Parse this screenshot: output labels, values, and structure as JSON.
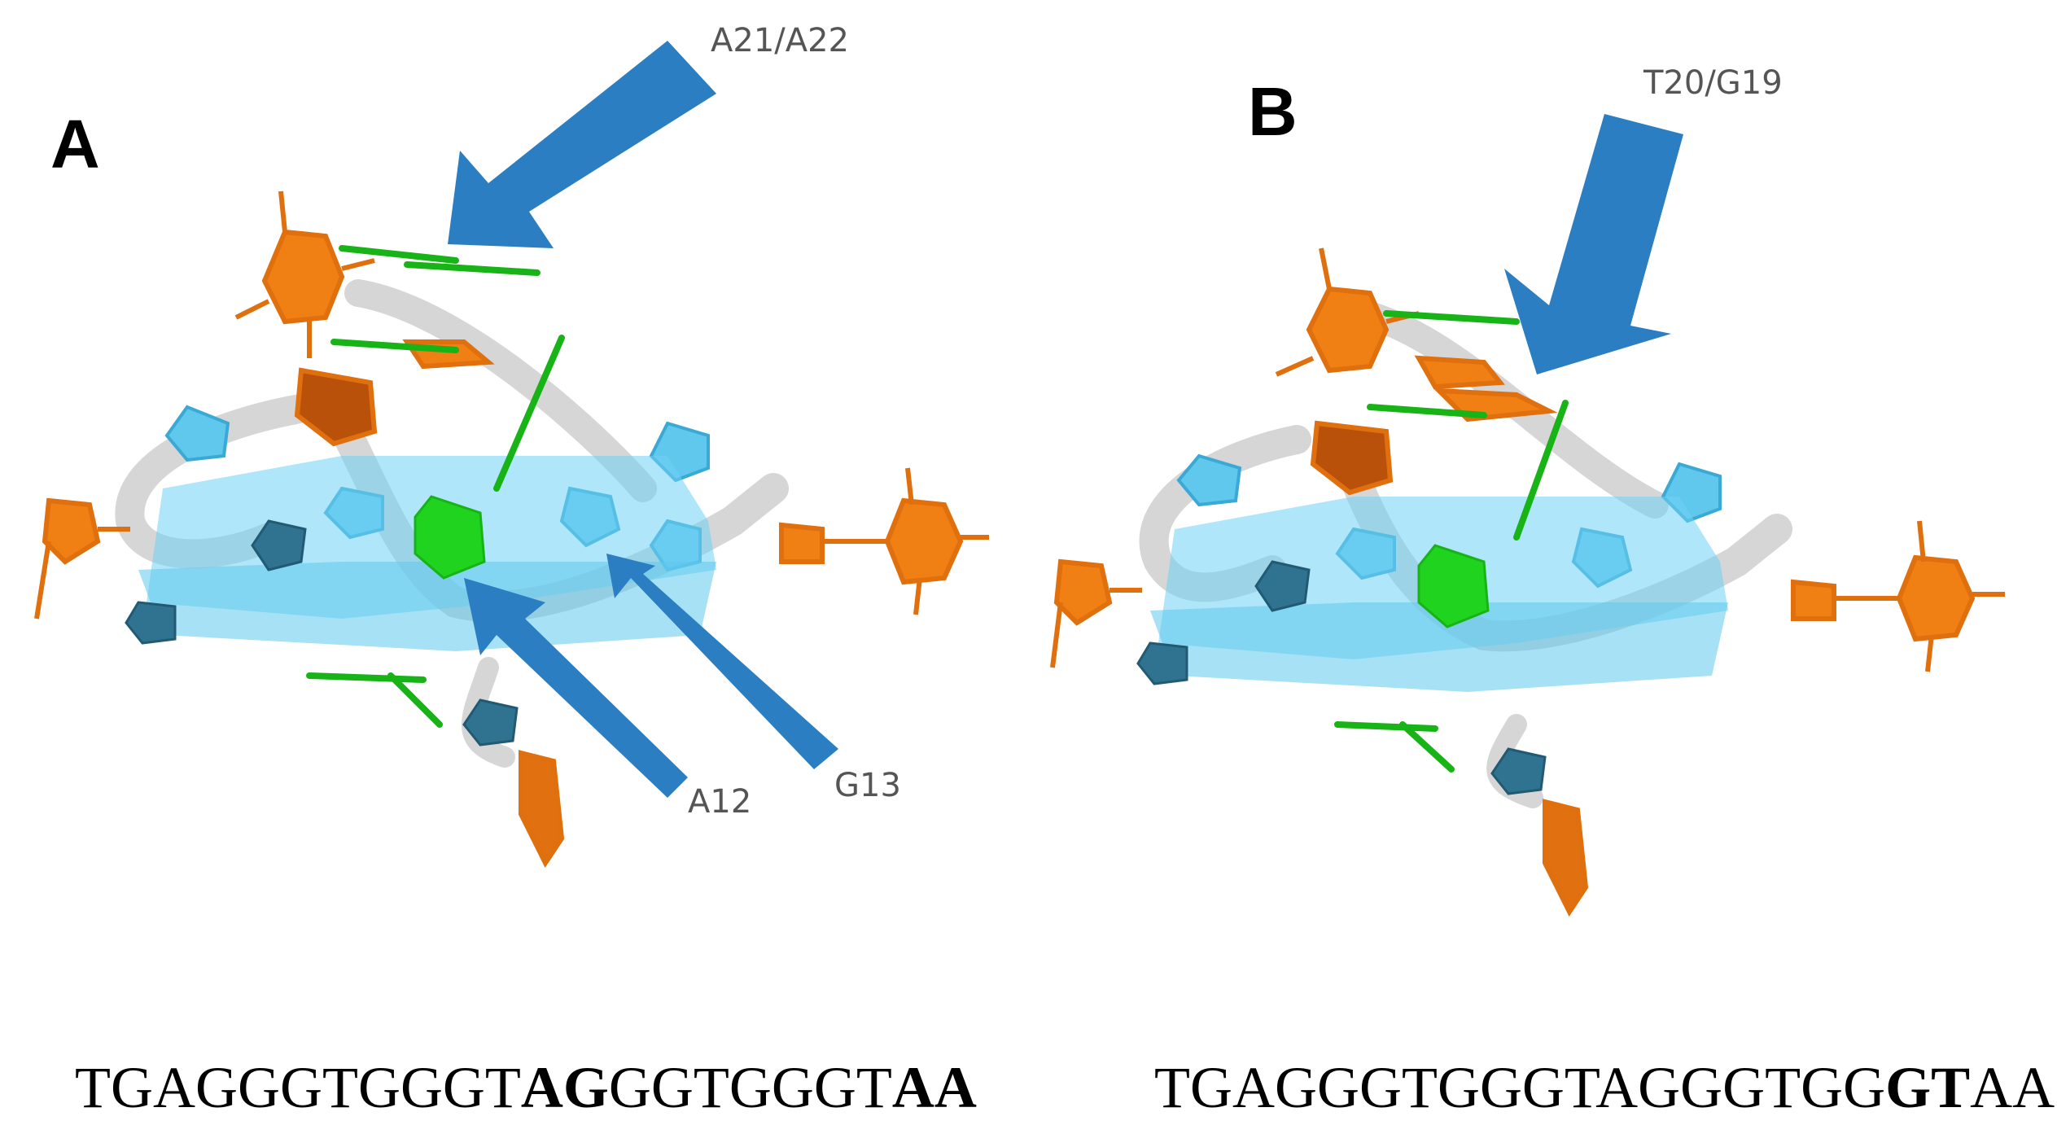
{
  "colors": {
    "arrow": "#2a7ec1",
    "orange_nucleotide": "#f07f14",
    "green_nucleotide": "#1fd31f",
    "light_blue_tetrad": "#5fc8ec",
    "dark_blue_tetrad": "#2f7390",
    "backbone": "#d9d9d9",
    "label_text": "#555555"
  },
  "panels": [
    {
      "letter": "A",
      "callouts": [
        "A21/A22",
        "A12",
        "G13"
      ],
      "sequence": [
        {
          "text": "TGAGGGTGGGT",
          "bold": false
        },
        {
          "text": "AG",
          "bold": true
        },
        {
          "text": "GGTGGGT",
          "bold": false
        },
        {
          "text": "AA",
          "bold": true
        }
      ]
    },
    {
      "letter": "B",
      "callouts": [
        "T20/G19"
      ],
      "sequence": [
        {
          "text": "TGAGGGTGGGTAGGGTGG",
          "bold": false
        },
        {
          "text": "GT",
          "bold": true
        },
        {
          "text": "AA",
          "bold": false
        }
      ]
    }
  ]
}
